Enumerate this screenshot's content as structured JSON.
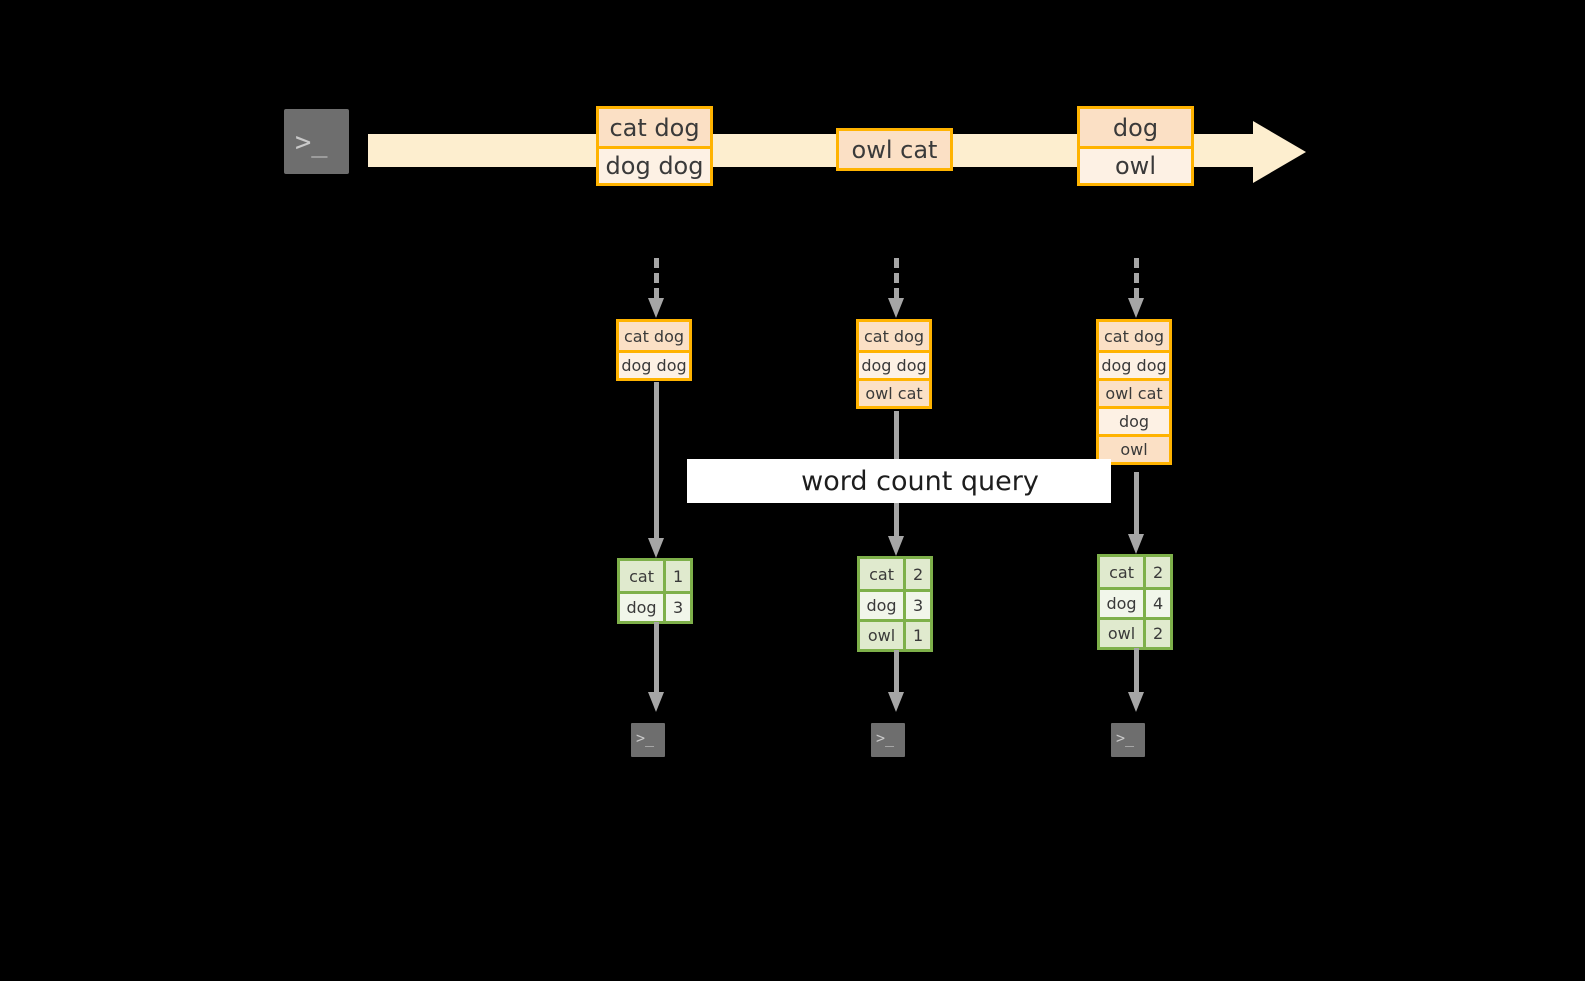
{
  "diagram": {
    "title_label": "word count query",
    "colors": {
      "stream_fill": "#fdeecf",
      "msg_border": "#ffb300",
      "msg_fill_dark": "#fbe0c5",
      "msg_fill_light": "#fdf1e4",
      "table_border": "#7eb04a",
      "table_fill_dark": "#e0eace",
      "table_fill_light": "#f1f6ea",
      "connector": "#a6a6a6",
      "terminal_fill": "#6e6e6e",
      "background": "#000000"
    },
    "terminals": {
      "source_prompt": ">_",
      "sink_prompt": ">_"
    },
    "stream": {
      "boxes": [
        {
          "rows": [
            "cat dog",
            "dog dog"
          ]
        },
        {
          "rows": [
            "owl cat"
          ]
        },
        {
          "rows": [
            "dog",
            "owl"
          ]
        }
      ]
    },
    "snapshots": [
      {
        "rows": [
          "cat dog",
          "dog dog"
        ]
      },
      {
        "rows": [
          "cat dog",
          "dog dog",
          "owl cat"
        ]
      },
      {
        "rows": [
          "cat dog",
          "dog dog",
          "owl cat",
          "dog",
          "owl"
        ]
      }
    ],
    "results": [
      {
        "rows": [
          [
            "cat",
            "1"
          ],
          [
            "dog",
            "3"
          ]
        ]
      },
      {
        "rows": [
          [
            "cat",
            "2"
          ],
          [
            "dog",
            "3"
          ],
          [
            "owl",
            "1"
          ]
        ]
      },
      {
        "rows": [
          [
            "cat",
            "2"
          ],
          [
            "dog",
            "4"
          ],
          [
            "owl",
            "2"
          ]
        ]
      }
    ]
  }
}
